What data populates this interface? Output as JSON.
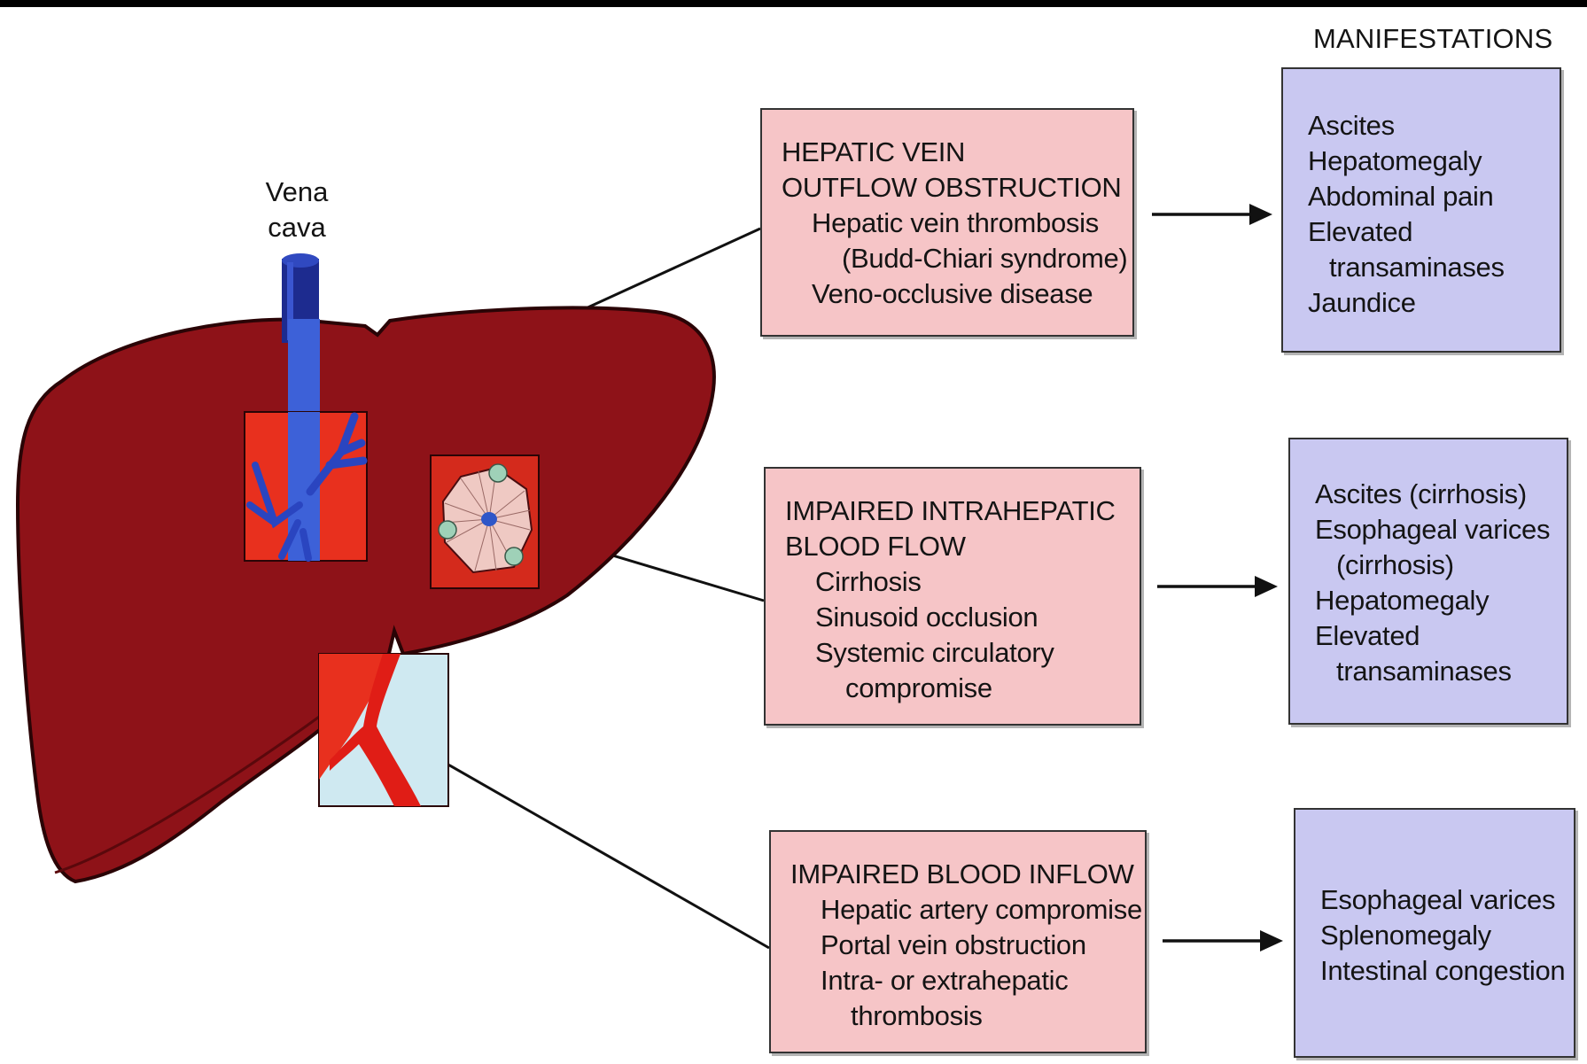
{
  "heading": "MANIFESTATIONS",
  "vena_cava_label": [
    "Vena",
    "cava"
  ],
  "colors": {
    "liver": "#8e1218",
    "liver_outline": "#2a0406",
    "inset_red": "#e8301e",
    "vein_blue": "#3d61d8",
    "vena_cava_dark": "#1d2b8f",
    "cause_box": "#f6c5c7",
    "manifestation_box": "#c9c8f1"
  },
  "causes": [
    {
      "lines": [
        {
          "text": "HEPATIC VEIN",
          "indent": 0
        },
        {
          "text": "OUTFLOW OBSTRUCTION",
          "indent": 0
        },
        {
          "text": "Hepatic vein thrombosis",
          "indent": 1
        },
        {
          "text": "(Budd-Chiari syndrome)",
          "indent": 2
        },
        {
          "text": "Veno-occlusive disease",
          "indent": 1
        }
      ]
    },
    {
      "lines": [
        {
          "text": "IMPAIRED INTRAHEPATIC",
          "indent": 0
        },
        {
          "text": "BLOOD FLOW",
          "indent": 0
        },
        {
          "text": "Cirrhosis",
          "indent": 1
        },
        {
          "text": "Sinusoid occlusion",
          "indent": 1
        },
        {
          "text": "Systemic circulatory",
          "indent": 1
        },
        {
          "text": "compromise",
          "indent": 2
        }
      ]
    },
    {
      "lines": [
        {
          "text": "IMPAIRED BLOOD INFLOW",
          "indent": 0
        },
        {
          "text": "Hepatic artery compromise",
          "indent": 1
        },
        {
          "text": "Portal vein obstruction",
          "indent": 1
        },
        {
          "text": "Intra- or extrahepatic",
          "indent": 1
        },
        {
          "text": "thrombosis",
          "indent": 2
        }
      ]
    }
  ],
  "manifestations": [
    {
      "lines": [
        {
          "text": "Ascites",
          "indent": 0
        },
        {
          "text": "Hepatomegaly",
          "indent": 0
        },
        {
          "text": "Abdominal pain",
          "indent": 0
        },
        {
          "text": "Elevated",
          "indent": 0
        },
        {
          "text": "transaminases",
          "indent": 1
        },
        {
          "text": "Jaundice",
          "indent": 0
        }
      ]
    },
    {
      "lines": [
        {
          "text": "Ascites (cirrhosis)",
          "indent": 0
        },
        {
          "text": "Esophageal varices",
          "indent": 0
        },
        {
          "text": "(cirrhosis)",
          "indent": 1
        },
        {
          "text": "Hepatomegaly",
          "indent": 0
        },
        {
          "text": "Elevated",
          "indent": 0
        },
        {
          "text": "transaminases",
          "indent": 1
        }
      ]
    },
    {
      "lines": [
        {
          "text": "Esophageal varices",
          "indent": 0
        },
        {
          "text": "Splenomegaly",
          "indent": 0
        },
        {
          "text": "Intestinal congestion",
          "indent": 0
        }
      ]
    }
  ]
}
